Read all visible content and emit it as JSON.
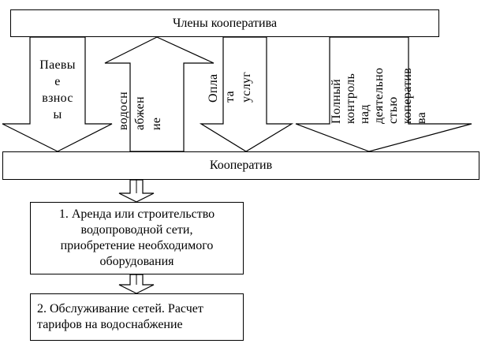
{
  "diagram": {
    "top_box": "Члены кооператива",
    "middle_box": "Кооператив",
    "step1": "1. Аренда или строительство\nводопроводной сети,\nприобретение необходимого\nоборудования",
    "step2": "2. Обслуживание сетей. Расчет\nтарифов на водоснабжение",
    "arrows": [
      {
        "id": "shares",
        "direction": "down",
        "text": "Паевы\nе\nвзнос\nы"
      },
      {
        "id": "water-supply",
        "direction": "up",
        "text": "водосн\nабжен\nие"
      },
      {
        "id": "payment",
        "direction": "down",
        "text": "Опла\nта\nуслуг"
      },
      {
        "id": "control",
        "direction": "down",
        "text": "Полный\nконтроль\nнад\nдеятельно\nстью\nкоператив\nва"
      }
    ]
  }
}
